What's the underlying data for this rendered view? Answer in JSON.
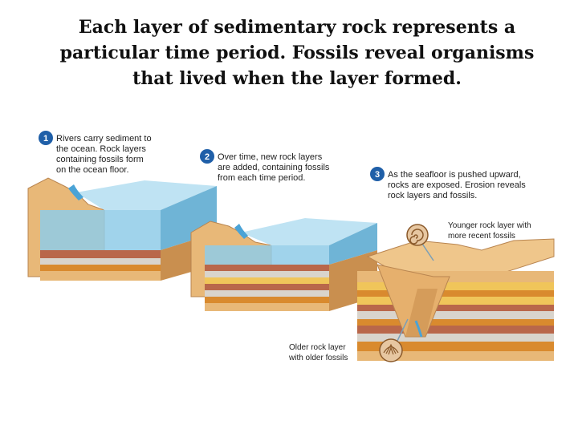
{
  "title": {
    "line1": "Each layer of sedimentary rock represents a",
    "line2": "particular time period. Fossils reveal organisms",
    "line3": "that lived when the layer formed."
  },
  "steps": [
    {
      "number": "1",
      "lines": [
        "Rivers carry sediment to",
        "the ocean. Rock layers",
        "containing fossils form",
        "on the ocean floor."
      ]
    },
    {
      "number": "2",
      "lines": [
        "Over time, new rock layers",
        "are added, containing fossils",
        "from each time period."
      ]
    },
    {
      "number": "3",
      "lines": [
        "As the seafloor is pushed upward,",
        "rocks are exposed. Erosion reveals",
        "rock layers and fossils."
      ]
    }
  ],
  "callouts": {
    "younger": [
      "Younger rock layer with",
      "more recent fossils"
    ],
    "older": [
      "Older rock layer",
      "with older fossils"
    ]
  },
  "colors": {
    "badge": "#1f5fa8",
    "water": "#8fcbe8",
    "water_top": "#bfe3f3",
    "sand": "#e8b878",
    "sand_dark": "#c98f4f",
    "layer_red": "#b9674a",
    "layer_gray": "#d9d4cc",
    "layer_yellow": "#f0c55a",
    "layer_orange": "#d98a2e"
  }
}
